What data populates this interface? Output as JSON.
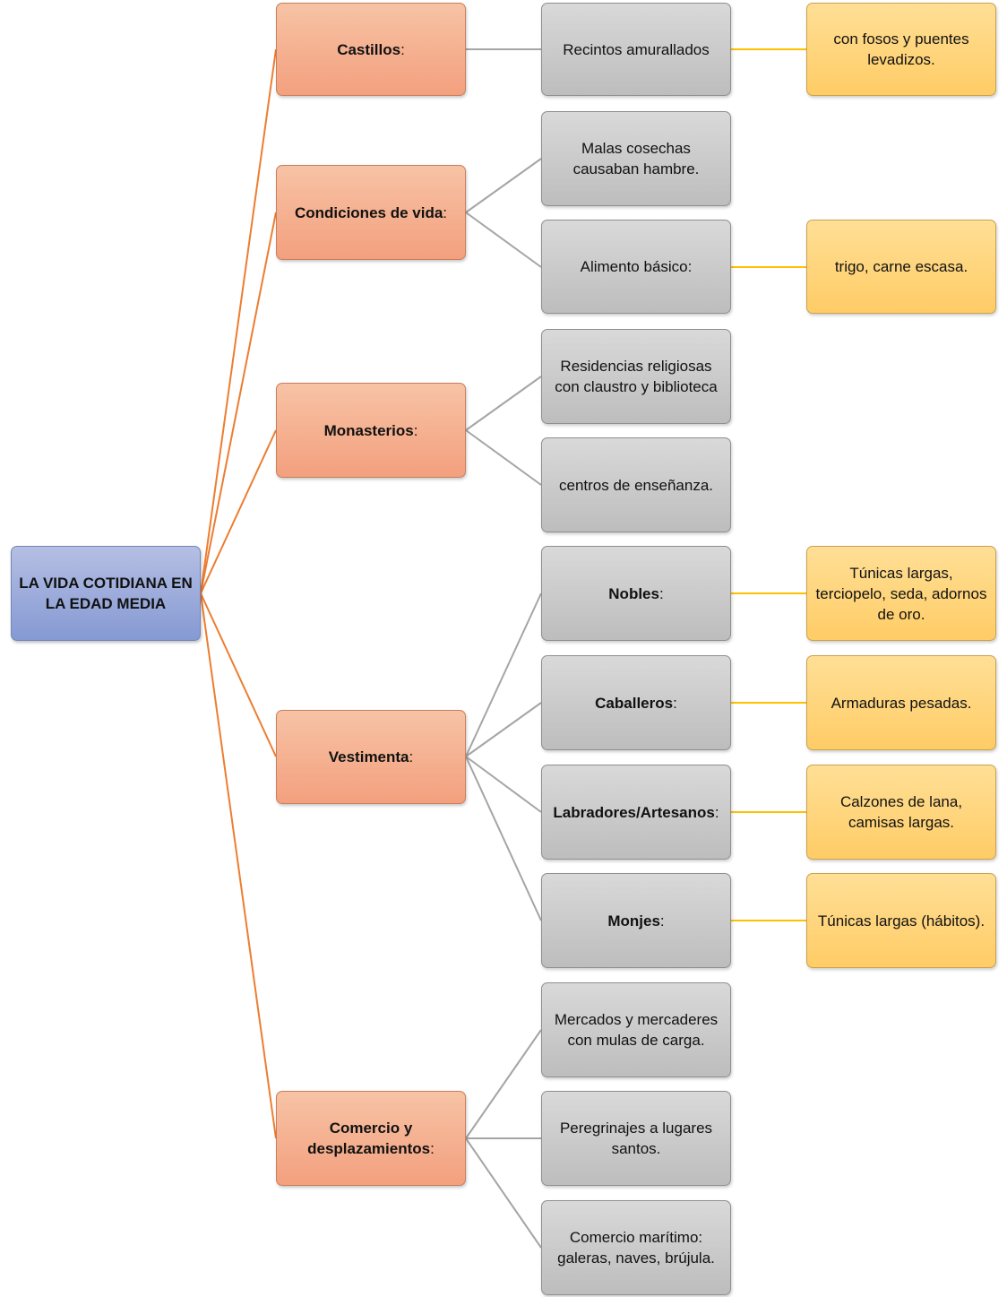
{
  "root": {
    "label": "LA VIDA COTIDIANA EN LA EDAD MEDIA"
  },
  "categories": [
    {
      "label": "Castillos",
      "suffix": ":"
    },
    {
      "label": "Condiciones de vida",
      "suffix": ":"
    },
    {
      "label": "Monasterios",
      "suffix": ":"
    },
    {
      "label": "Vestimenta",
      "suffix": ":"
    },
    {
      "label": "Comercio y desplazamientos",
      "suffix": ":"
    }
  ],
  "items": [
    {
      "label": "Recintos amurallados",
      "suffix": ""
    },
    {
      "label": "Malas cosechas causaban hambre.",
      "suffix": ""
    },
    {
      "label": "Alimento básico:",
      "suffix": ""
    },
    {
      "label": "Residencias religiosas con claustro y biblioteca",
      "suffix": ""
    },
    {
      "label": "centros de enseñanza.",
      "suffix": ""
    },
    {
      "label": "Nobles",
      "suffix": ":"
    },
    {
      "label": "Caballeros",
      "suffix": ":"
    },
    {
      "label": "Labradores/Artesanos",
      "suffix": ":"
    },
    {
      "label": "Monjes",
      "suffix": ":"
    },
    {
      "label": "Mercados y mercaderes con mulas de carga.",
      "suffix": ""
    },
    {
      "label": "Peregrinajes a lugares santos.",
      "suffix": ""
    },
    {
      "label": "Comercio marítimo: galeras, naves, brújula.",
      "suffix": ""
    }
  ],
  "details": [
    {
      "label": "con fosos y puentes levadizos."
    },
    {
      "label": "trigo, carne escasa."
    },
    {
      "label": "Túnicas largas, terciopelo, seda, adornos de oro."
    },
    {
      "label": "Armaduras pesadas."
    },
    {
      "label": "Calzones de lana, camisas largas."
    },
    {
      "label": "Túnicas largas (hábitos)."
    }
  ],
  "colors": {
    "root_connector": "#ed7d31",
    "category_connector": "#a5a5a5",
    "detail_connector": "#ffc000"
  }
}
